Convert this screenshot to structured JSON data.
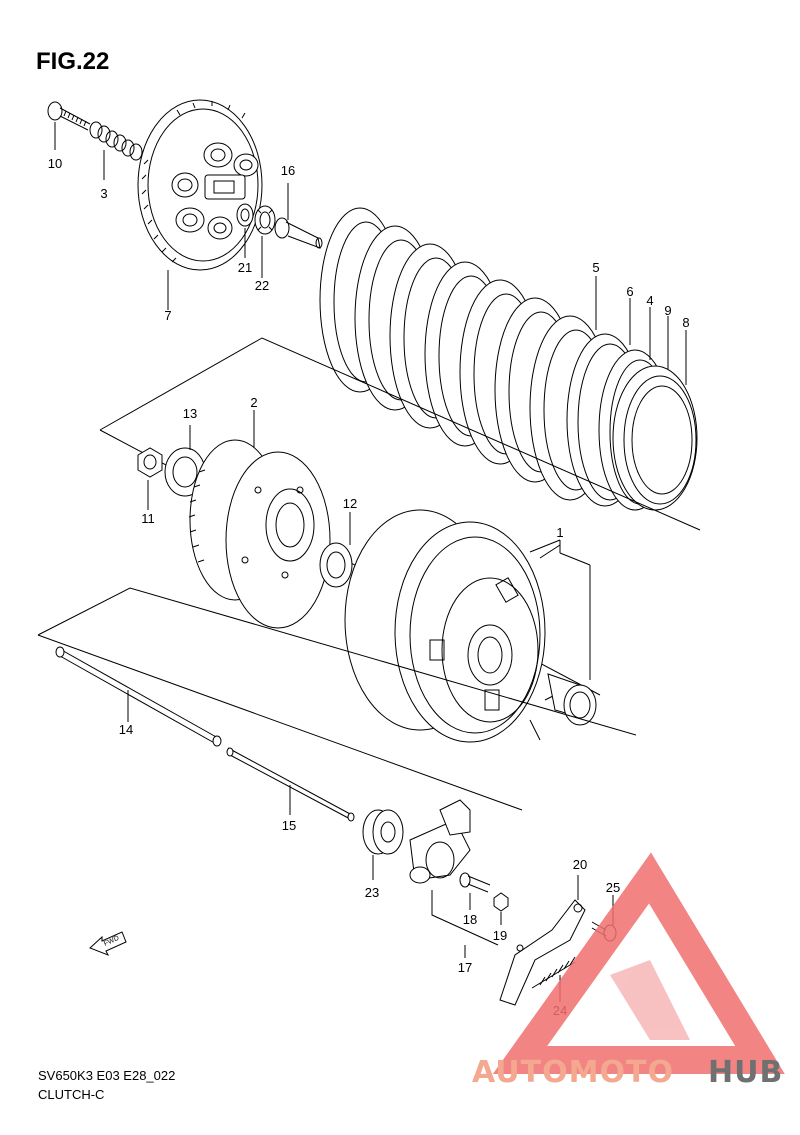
{
  "figure": {
    "title": "FIG.22"
  },
  "footer": {
    "model_code": "SV650K3 E03 E28_022",
    "section": "CLUTCH-C"
  },
  "fwd_arrow": {
    "label": "FWD"
  },
  "callouts": [
    {
      "id": "10",
      "name": "part-label-10"
    },
    {
      "id": "3",
      "name": "part-label-3"
    },
    {
      "id": "7",
      "name": "part-label-7"
    },
    {
      "id": "16",
      "name": "part-label-16"
    },
    {
      "id": "21",
      "name": "part-label-21"
    },
    {
      "id": "22",
      "name": "part-label-22"
    },
    {
      "id": "5",
      "name": "part-label-5"
    },
    {
      "id": "6",
      "name": "part-label-6"
    },
    {
      "id": "4",
      "name": "part-label-4"
    },
    {
      "id": "9",
      "name": "part-label-9"
    },
    {
      "id": "8",
      "name": "part-label-8"
    },
    {
      "id": "13",
      "name": "part-label-13"
    },
    {
      "id": "2",
      "name": "part-label-2"
    },
    {
      "id": "11",
      "name": "part-label-11"
    },
    {
      "id": "12",
      "name": "part-label-12"
    },
    {
      "id": "1",
      "name": "part-label-1"
    },
    {
      "id": "14",
      "name": "part-label-14"
    },
    {
      "id": "15",
      "name": "part-label-15"
    },
    {
      "id": "23",
      "name": "part-label-23"
    },
    {
      "id": "18",
      "name": "part-label-18"
    },
    {
      "id": "19",
      "name": "part-label-19"
    },
    {
      "id": "17",
      "name": "part-label-17"
    },
    {
      "id": "20",
      "name": "part-label-20"
    },
    {
      "id": "25",
      "name": "part-label-25"
    },
    {
      "id": "24",
      "name": "part-label-24"
    }
  ],
  "watermark": {
    "text_a": "AUTOMOTO",
    "text_b": "HUB",
    "color_a": "#f3a88f",
    "color_b": "#707070"
  },
  "colors": {
    "line": "#000000",
    "background": "#ffffff",
    "watermark_triangle": "#f06f6f"
  }
}
